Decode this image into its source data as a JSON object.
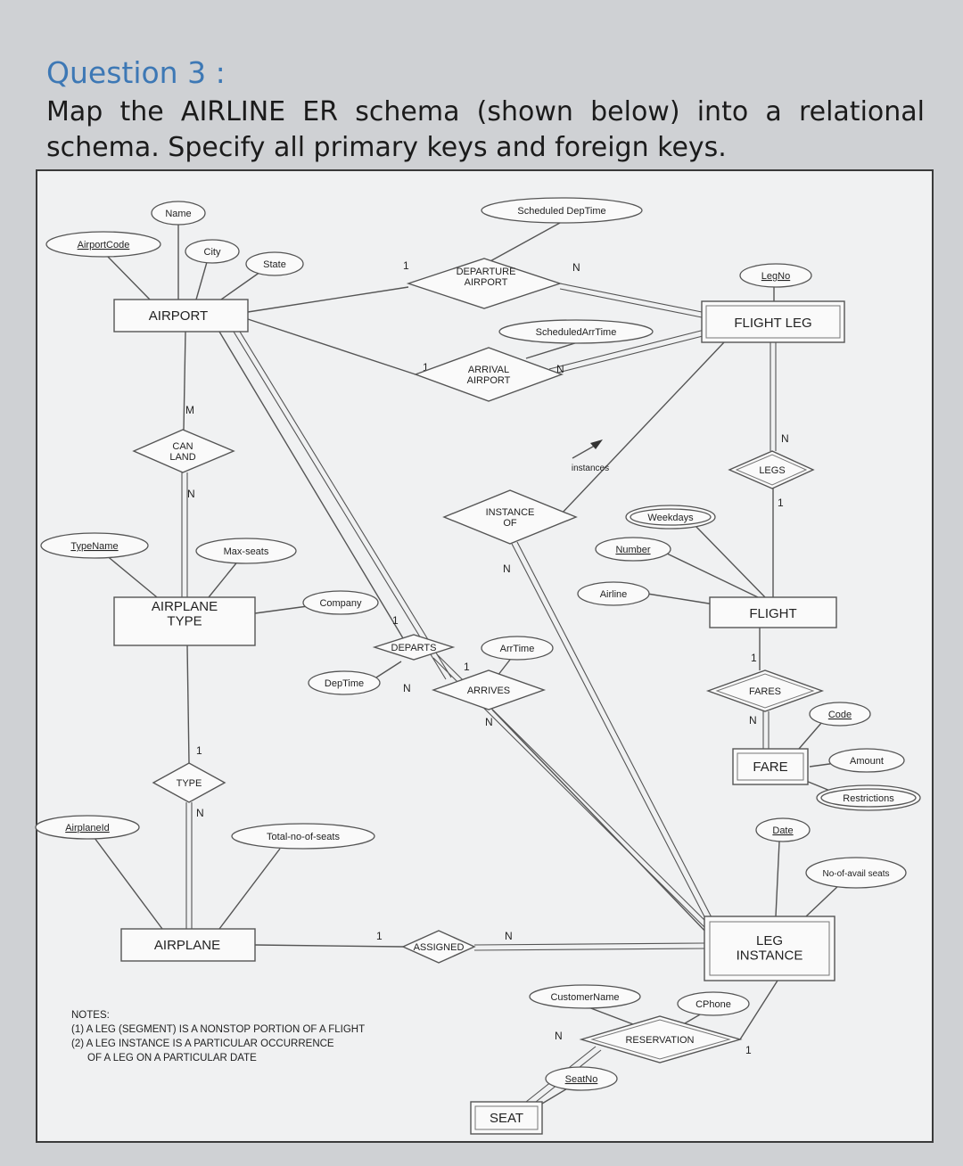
{
  "question": {
    "title": "Question 3 :",
    "text": "Map the AIRLINE ER schema (shown below) into a relational schema. Specify all primary keys and foreign keys."
  },
  "entities": {
    "airport": "AIRPORT",
    "flight_leg": "FLIGHT LEG",
    "airplane_type": "AIRPLANE TYPE",
    "flight": "FLIGHT",
    "fare": "FARE",
    "airplane": "AIRPLANE",
    "leg_instance": "LEG INSTANCE",
    "seat": "SEAT"
  },
  "attributes": {
    "name": "Name",
    "airport_code": "AirportCode",
    "city": "City",
    "state": "State",
    "scheduled_dep_time": "Scheduled DepTime",
    "leg_no": "LegNo",
    "scheduled_arr_time": "ScheduledArrTime",
    "instances": "instances",
    "weekdays": "Weekdays",
    "number": "Number",
    "airline": "Airline",
    "type_name": "TypeName",
    "max_seats": "Max-seats",
    "company": "Company",
    "arr_time": "ArrTime",
    "dep_time": "DepTime",
    "code": "Code",
    "amount": "Amount",
    "restrictions": "Restrictions",
    "airplane_id": "AirplaneId",
    "total_no_of_seats": "Total-no-of-seats",
    "date": "Date",
    "no_of_avail_seats": "No-of-avail seats",
    "customer_name": "CustomerName",
    "cphone": "CPhone",
    "seat_no": "SeatNo"
  },
  "relationships": {
    "departure_airport": "DEPARTURE AIRPORT",
    "arrival_airport": "ARRIVAL AIRPORT",
    "can_land": "CAN LAND",
    "legs": "LEGS",
    "instance_of": "INSTANCE OF",
    "departs": "DEPARTS",
    "arrives": "ARRIVES",
    "fares": "FARES",
    "type": "TYPE",
    "assigned": "ASSIGNED",
    "reservation": "RESERVATION"
  },
  "cardinalities": {
    "one": "1",
    "many_n": "N",
    "many_m": "M"
  },
  "notes": {
    "heading": "NOTES:",
    "line1": "(1) A LEG (SEGMENT) IS A NONSTOP PORTION OF A FLIGHT",
    "line2": "(2) A LEG INSTANCE IS A PARTICULAR OCCURRENCE",
    "line3": "OF A LEG ON A PARTICULAR DATE"
  }
}
